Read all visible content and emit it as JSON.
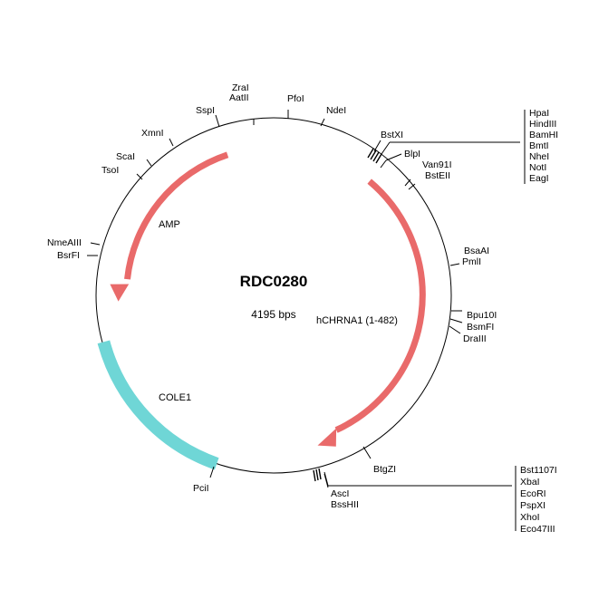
{
  "plasmid": {
    "name": "RDC0280",
    "size_label": "4195 bps"
  },
  "features": [
    {
      "name": "AMP",
      "type": "arrow",
      "color": "#e96a6a"
    },
    {
      "name": "hCHRNA1 (1-482)",
      "type": "arrow",
      "color": "#e96a6a"
    },
    {
      "name": "COLE1",
      "type": "block",
      "color": "#6fd6d6"
    }
  ],
  "sites": {
    "zrai": "ZraI",
    "aatii": "AatII",
    "sspi": "SspI",
    "pfoi": "PfoI",
    "ndei": "NdeI",
    "xmni": "XmnI",
    "scai": "ScaI",
    "tsoi": "TsoI",
    "nmeaiii": "NmeAIII",
    "bsrfi": "BsrFI",
    "bstxi": "BstXI",
    "blpi": "BlpI",
    "van91i": "Van91I",
    "bsteii": "BstEII",
    "bsaai": "BsaAI",
    "pmli": "PmlI",
    "bpu10i": "Bpu10I",
    "bsmfi": "BsmFI",
    "dralll": "DraIII",
    "btgzi": "BtgZI",
    "asci": "AscI",
    "bsshii": "BssHII",
    "pcii": "PciI"
  },
  "site_groups": {
    "top_right": [
      "HpaI",
      "HindIII",
      "BamHI",
      "BmtI",
      "NheI",
      "NotI",
      "EagI"
    ],
    "bottom_right": [
      "Bst1107I",
      "XbaI",
      "EcoRI",
      "PspXI",
      "XhoI",
      "Eco47III"
    ]
  }
}
